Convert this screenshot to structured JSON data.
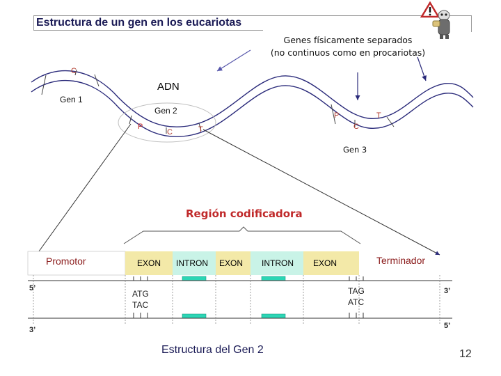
{
  "title": "Estructura de un gen en los eucariotas",
  "note_line1": "Genes físicamente separados",
  "note_line2": "(no continuos como en procariotas)",
  "dna_label": "ADN",
  "genes": {
    "gene1": "Gen 1",
    "gene2": "Gen 2",
    "gene3": "Gen 3"
  },
  "gene_markers": {
    "gene1_c": "C",
    "gene2_p": "P",
    "gene2_c": "C",
    "gene2_t": "T",
    "gene3_p": "P",
    "gene3_c": "C",
    "gene3_t": "T"
  },
  "coding_region": "Región codificadora",
  "promoter": "Promotor",
  "terminator": "Terminador",
  "segments": [
    "EXON",
    "INTRON",
    "EXON",
    "INTRON",
    "EXON"
  ],
  "start_codon": {
    "top": "ATG",
    "bottom": "TAC"
  },
  "stop_codon": {
    "top": "TAG",
    "bottom": "ATC"
  },
  "ends": {
    "top_left": "5’",
    "bottom_left": "3’",
    "top_right": "3’",
    "bottom_right": "5’"
  },
  "caption": "Estructura del Gen 2",
  "page_number": "12",
  "colors": {
    "promoter_fill": "#ffffff",
    "exon_fill": "#f3e9a8",
    "intron_fill": "#c9f3e7",
    "intron_bar": "#2cd6b5",
    "title_color": "#1a1a55",
    "region_color": "#c0292a",
    "strand_color": "#2a2a7a"
  }
}
